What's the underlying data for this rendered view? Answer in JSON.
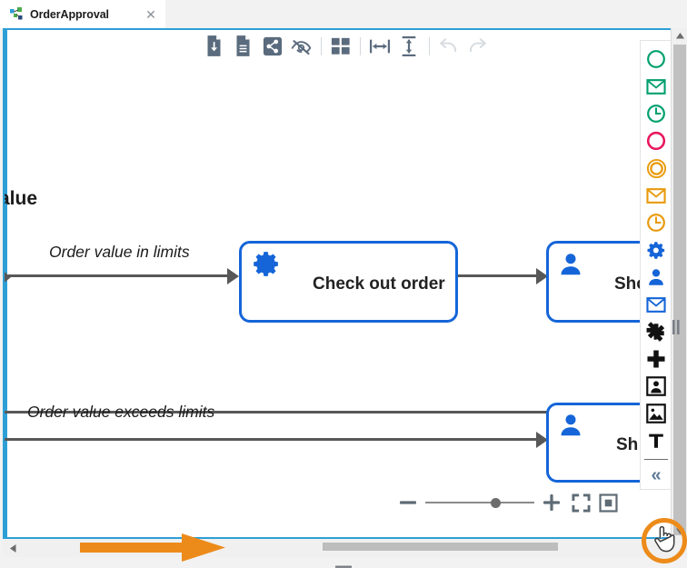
{
  "window": {
    "accent_color": "#2e9fd6",
    "tab": {
      "title": "OrderApproval",
      "icon": "process-graph-icon",
      "close_label": "✕"
    }
  },
  "toolbar": {
    "buttons": [
      {
        "name": "download-file-icon",
        "label": "Download",
        "disabled": false
      },
      {
        "name": "document-icon",
        "label": "Document",
        "disabled": false
      },
      {
        "name": "share-icon",
        "label": "Share",
        "disabled": false
      },
      {
        "name": "eye-slash-icon",
        "label": "Hide",
        "disabled": false
      },
      {
        "name": "grid-layout-icon",
        "label": "Layout",
        "disabled": false
      },
      {
        "name": "distribute-horizontal-icon",
        "label": "Distribute across",
        "disabled": false
      },
      {
        "name": "distribute-vertical-icon",
        "label": "Distribute down",
        "disabled": false
      },
      {
        "name": "undo-icon",
        "label": "Undo",
        "disabled": true
      },
      {
        "name": "redo-icon",
        "label": "Redo",
        "disabled": true
      }
    ]
  },
  "palette": {
    "items": [
      {
        "name": "start-event-icon",
        "label": "Start event",
        "color": "#00A06E"
      },
      {
        "name": "message-start-event-icon",
        "label": "Message start event",
        "color": "#00A06E"
      },
      {
        "name": "timer-start-event-icon",
        "label": "Timer start event",
        "color": "#00A06E"
      },
      {
        "name": "error-end-event-icon",
        "label": "Error end event",
        "color": "#E8175D"
      },
      {
        "name": "end-event-icon",
        "label": "End event",
        "color": "#E89A0C"
      },
      {
        "name": "message-end-event-icon",
        "label": "Message end event",
        "color": "#E89A0C"
      },
      {
        "name": "timer-event-icon",
        "label": "Timer event",
        "color": "#E89A0C"
      },
      {
        "name": "service-task-icon",
        "label": "Service task",
        "color": "#1565D8"
      },
      {
        "name": "user-task-icon",
        "label": "User task",
        "color": "#1565D8"
      },
      {
        "name": "message-task-icon",
        "label": "Message task",
        "color": "#1565D8"
      },
      {
        "name": "parallel-gateway-icon",
        "label": "Parallel gateway",
        "color": "#111111"
      },
      {
        "name": "exclusive-gateway-icon",
        "label": "Exclusive gateway",
        "color": "#111111"
      },
      {
        "name": "pool-icon",
        "label": "Pool",
        "color": "#111111"
      },
      {
        "name": "image-icon",
        "label": "Image",
        "color": "#111111"
      },
      {
        "name": "text-annotation-icon",
        "label": "Text annotation",
        "color": "#111111"
      }
    ],
    "collapse_label": "«"
  },
  "diagram": {
    "lane_title": "alue",
    "flow_labels": [
      "Order value in limits",
      "Order value exceeds limits"
    ],
    "tasks": [
      {
        "id": "check-out-order",
        "label": "Check out order",
        "icon": "service-task-gear-icon",
        "type": "service"
      },
      {
        "id": "show-top",
        "label": "Sho",
        "icon": "user-task-person-icon",
        "type": "user"
      },
      {
        "id": "show-bottom",
        "label": "Sh",
        "icon": "user-task-person-icon",
        "type": "user"
      }
    ],
    "task_border_color": "#1565D8",
    "connector_color": "#585858"
  },
  "zoom_controls": {
    "zoom_out_label": "−",
    "zoom_in_label": "+",
    "fit_label": "Fit to screen",
    "center_label": "Center",
    "slider_value": 60
  },
  "scrollbars": {
    "horizontal_thumb_percent": 34,
    "vertical_thumb_percent": 96
  },
  "annotations": {
    "arrow_color": "#ED8B1A",
    "highlight_color": "#ED8B1A",
    "cursor": "hand-pointer-cursor"
  }
}
